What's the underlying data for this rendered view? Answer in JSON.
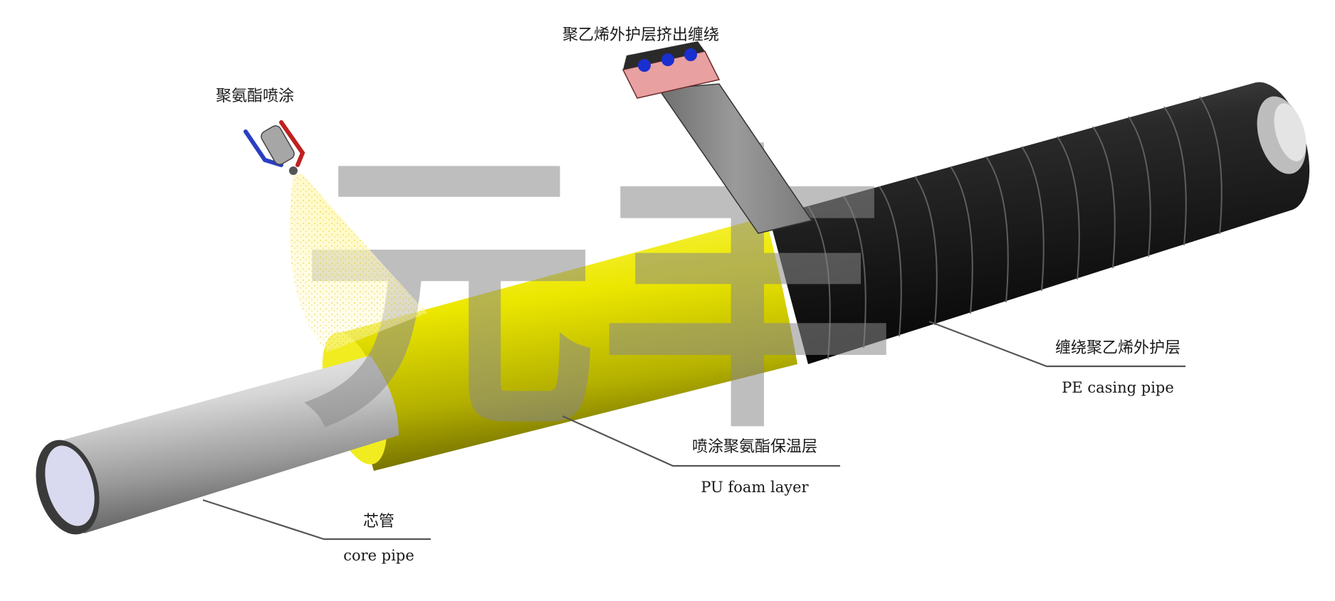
{
  "labels": {
    "pe_extrusion": "聚乙烯外护层挤出缠绕",
    "pu_spray": "聚氨酯喷涂",
    "pe_casing_cn": "缠绕聚乙烯外护层",
    "pe_casing_en": "PE casing pipe",
    "pu_foam_cn": "喷涂聚氨酯保温层",
    "pu_foam_en": "PU foam layer",
    "core_cn": "芯管",
    "core_en": "core pipe"
  },
  "watermark": {
    "text": "元丰",
    "color": "#8a8a8a"
  },
  "colors": {
    "core_pipe": "#c8c8c8",
    "pu_foam": "#e8e400",
    "pe_casing": "#1e1e1e",
    "tape": "#8a8a8a",
    "spray_mist": "#fff7a8",
    "nozzle_block": "#e8a0a0",
    "nozzle_dots": "#1a2fd0",
    "spray_hose_blue": "#2a3fc0",
    "spray_hose_red": "#c02020"
  }
}
